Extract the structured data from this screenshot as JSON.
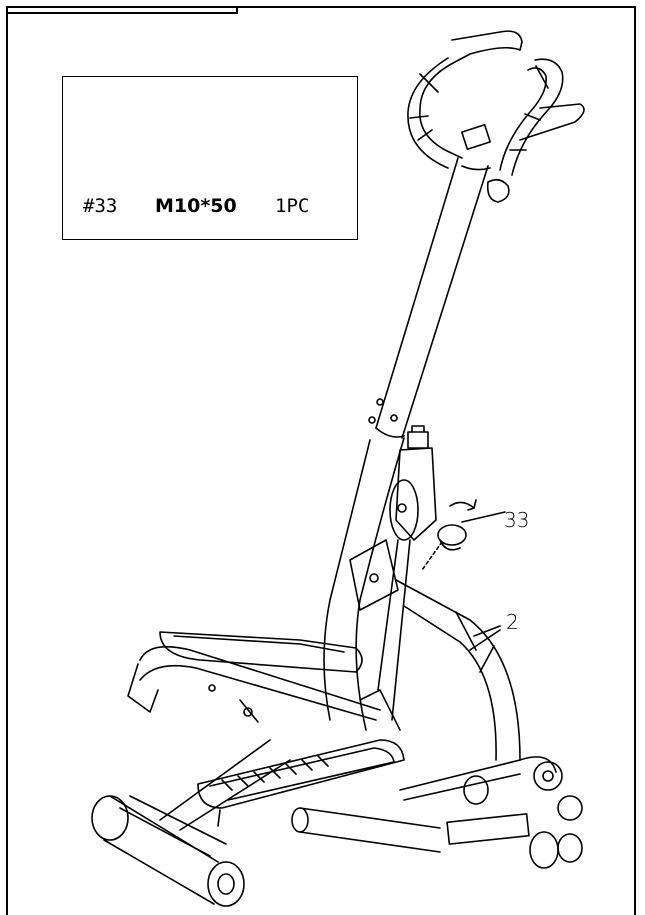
{
  "parts_list": {
    "number": "#33",
    "size": "M10*50",
    "quantity": "1PC"
  },
  "callouts": {
    "knob": "33",
    "frame": "2"
  }
}
